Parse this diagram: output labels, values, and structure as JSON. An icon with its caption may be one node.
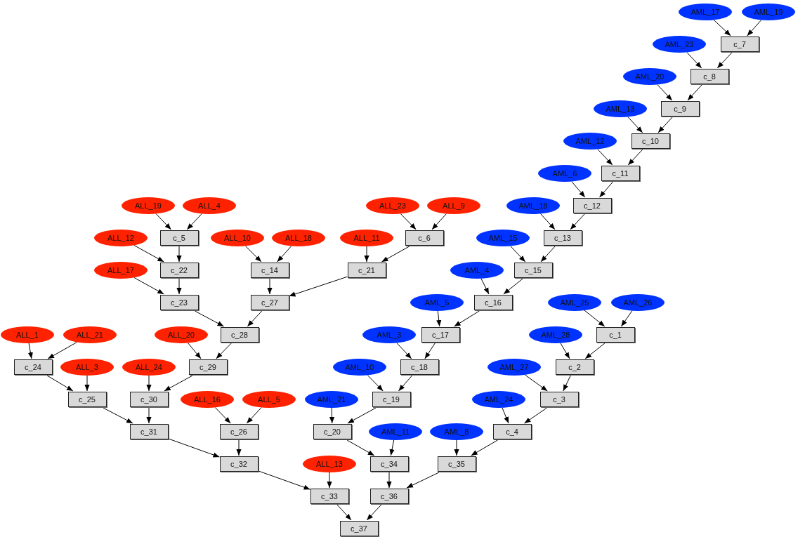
{
  "diagram": {
    "nodes": [
      {
        "text": [
          "AML_17"
        ]
      },
      {
        "text": [
          "AML_19"
        ]
      },
      {
        "text": [
          "AML_23"
        ]
      },
      {
        "text": [
          "c_7"
        ]
      },
      {
        "text": [
          "AML_20"
        ]
      },
      {
        "text": [
          "c_8"
        ]
      },
      {
        "text": [
          "AML_13"
        ]
      },
      {
        "text": [
          "c_9"
        ]
      },
      {
        "text": [
          "AML_12"
        ]
      },
      {
        "text": [
          "c_10"
        ]
      },
      {
        "text": [
          "AML_6"
        ]
      },
      {
        "text": [
          "c_11"
        ]
      },
      {
        "text": [
          "ALL_19"
        ]
      },
      {
        "text": [
          "ALL_4"
        ]
      },
      {
        "text": [
          "ALL_23"
        ]
      },
      {
        "text": [
          "ALL_9"
        ]
      },
      {
        "text": [
          "AML_18"
        ]
      },
      {
        "text": [
          "c_12"
        ]
      },
      {
        "text": [
          "ALL_12"
        ]
      },
      {
        "text": [
          "c_5"
        ]
      },
      {
        "text": [
          "ALL_10"
        ]
      },
      {
        "text": [
          "ALL_18"
        ]
      },
      {
        "text": [
          "ALL_11"
        ]
      },
      {
        "text": [
          "c_6"
        ]
      },
      {
        "text": [
          "AML_15"
        ]
      },
      {
        "text": [
          "c_13"
        ]
      },
      {
        "text": [
          "ALL_17"
        ]
      },
      {
        "text": [
          "c_22"
        ]
      },
      {
        "text": [
          "c_14"
        ]
      },
      {
        "text": [
          "c_21"
        ]
      },
      {
        "text": [
          "AML_4"
        ]
      },
      {
        "text": [
          "c_15"
        ]
      },
      {
        "text": [
          "c_23"
        ]
      },
      {
        "text": [
          "c_27"
        ]
      },
      {
        "text": [
          "AML_5"
        ]
      },
      {
        "text": [
          "c_16"
        ]
      },
      {
        "text": [
          "AML_25"
        ]
      },
      {
        "text": [
          "AML_26"
        ]
      },
      {
        "text": [
          "ALL_1"
        ]
      },
      {
        "text": [
          "ALL_21"
        ]
      },
      {
        "text": [
          "ALL_20"
        ]
      },
      {
        "text": [
          "c_28"
        ]
      },
      {
        "text": [
          "AML_3"
        ]
      },
      {
        "text": [
          "c_17"
        ]
      },
      {
        "text": [
          "AML_28"
        ]
      },
      {
        "text": [
          "c_1"
        ]
      },
      {
        "text": [
          "c_24"
        ]
      },
      {
        "text": [
          "ALL_3"
        ]
      },
      {
        "text": [
          "ALL_24"
        ]
      },
      {
        "text": [
          "c_29"
        ]
      },
      {
        "text": [
          "AML_10"
        ]
      },
      {
        "text": [
          "c_18"
        ]
      },
      {
        "text": [
          "AML_27"
        ]
      },
      {
        "text": [
          "c_2"
        ]
      },
      {
        "text": [
          "c_25"
        ]
      },
      {
        "text": [
          "c_30"
        ]
      },
      {
        "text": [
          "ALL_16"
        ]
      },
      {
        "text": [
          "ALL_5"
        ]
      },
      {
        "text": [
          "AML_21"
        ]
      },
      {
        "text": [
          "c_19"
        ]
      },
      {
        "text": [
          "AML_24"
        ]
      },
      {
        "text": [
          "c_3"
        ]
      },
      {
        "text": [
          "c_31"
        ]
      },
      {
        "text": [
          "c_26"
        ]
      },
      {
        "text": [
          "c_20"
        ]
      },
      {
        "text": [
          "AML_11"
        ]
      },
      {
        "text": [
          "AML_8"
        ]
      },
      {
        "text": [
          "c_4"
        ]
      },
      {
        "text": [
          "c_32"
        ]
      },
      {
        "text": [
          "ALL_13"
        ]
      },
      {
        "text": [
          "c_34"
        ]
      },
      {
        "text": [
          "c_35"
        ]
      },
      {
        "text": [
          "c_33"
        ]
      },
      {
        "text": [
          "c_36"
        ]
      },
      {
        "text": [
          "c_37"
        ]
      }
    ],
    "edges": [
      {
        "from": 0,
        "to": 3,
        "arrow": "to"
      },
      {
        "from": 1,
        "to": 3,
        "arrow": "to"
      },
      {
        "from": 2,
        "to": 5,
        "arrow": "to"
      },
      {
        "from": 3,
        "to": 5,
        "arrow": "to"
      },
      {
        "from": 4,
        "to": 7,
        "arrow": "to"
      },
      {
        "from": 5,
        "to": 7,
        "arrow": "to"
      },
      {
        "from": 6,
        "to": 9,
        "arrow": "to"
      },
      {
        "from": 7,
        "to": 9,
        "arrow": "to"
      },
      {
        "from": 8,
        "to": 11,
        "arrow": "to"
      },
      {
        "from": 9,
        "to": 11,
        "arrow": "to"
      },
      {
        "from": 10,
        "to": 17,
        "arrow": "to"
      },
      {
        "from": 11,
        "to": 17,
        "arrow": "to"
      },
      {
        "from": 16,
        "to": 25,
        "arrow": "to"
      },
      {
        "from": 17,
        "to": 25,
        "arrow": "to"
      },
      {
        "from": 24,
        "to": 31,
        "arrow": "to"
      },
      {
        "from": 25,
        "to": 31,
        "arrow": "to"
      },
      {
        "from": 30,
        "to": 35,
        "arrow": "to"
      },
      {
        "from": 31,
        "to": 35,
        "arrow": "to"
      },
      {
        "from": 34,
        "to": 43,
        "arrow": "to"
      },
      {
        "from": 35,
        "to": 43,
        "arrow": "to"
      },
      {
        "from": 42,
        "to": 51,
        "arrow": "to"
      },
      {
        "from": 43,
        "to": 51,
        "arrow": "to"
      },
      {
        "from": 50,
        "to": 59,
        "arrow": "to"
      },
      {
        "from": 51,
        "to": 59,
        "arrow": "to"
      },
      {
        "from": 58,
        "to": 64,
        "arrow": "to"
      },
      {
        "from": 59,
        "to": 64,
        "arrow": "to"
      },
      {
        "from": 64,
        "to": 70,
        "arrow": "to"
      },
      {
        "from": 65,
        "to": 70,
        "arrow": "to"
      },
      {
        "from": 70,
        "to": 73,
        "arrow": "to"
      },
      {
        "from": 36,
        "to": 45,
        "arrow": "to"
      },
      {
        "from": 37,
        "to": 45,
        "arrow": "to"
      },
      {
        "from": 44,
        "to": 53,
        "arrow": "to"
      },
      {
        "from": 45,
        "to": 53,
        "arrow": "to"
      },
      {
        "from": 52,
        "to": 61,
        "arrow": "to"
      },
      {
        "from": 53,
        "to": 61,
        "arrow": "to"
      },
      {
        "from": 60,
        "to": 67,
        "arrow": "to"
      },
      {
        "from": 61,
        "to": 67,
        "arrow": "to"
      },
      {
        "from": 66,
        "to": 71,
        "arrow": "to"
      },
      {
        "from": 67,
        "to": 71,
        "arrow": "to"
      },
      {
        "from": 71,
        "to": 73,
        "arrow": "to"
      },
      {
        "from": 73,
        "to": 74,
        "arrow": "to"
      },
      {
        "from": 72,
        "to": 74,
        "arrow": "to"
      },
      {
        "from": 69,
        "to": 72,
        "arrow": "to"
      },
      {
        "from": 68,
        "to": 72,
        "arrow": "to"
      },
      {
        "from": 62,
        "to": 68,
        "arrow": "to"
      },
      {
        "from": 63,
        "to": 68,
        "arrow": "to"
      },
      {
        "from": 56,
        "to": 63,
        "arrow": "to"
      },
      {
        "from": 57,
        "to": 63,
        "arrow": "to"
      },
      {
        "from": 54,
        "to": 62,
        "arrow": "to"
      },
      {
        "from": 55,
        "to": 62,
        "arrow": "to"
      },
      {
        "from": 38,
        "to": 46,
        "arrow": "to"
      },
      {
        "from": 39,
        "to": 46,
        "arrow": "to"
      },
      {
        "from": 46,
        "to": 54,
        "arrow": "to"
      },
      {
        "from": 47,
        "to": 54,
        "arrow": "to"
      },
      {
        "from": 48,
        "to": 55,
        "arrow": "to"
      },
      {
        "from": 49,
        "to": 55,
        "arrow": "to"
      },
      {
        "from": 40,
        "to": 49,
        "arrow": "to"
      },
      {
        "from": 41,
        "to": 49,
        "arrow": "to"
      },
      {
        "from": 32,
        "to": 41,
        "arrow": "to"
      },
      {
        "from": 33,
        "to": 41,
        "arrow": "to"
      },
      {
        "from": 12,
        "to": 19,
        "arrow": "to"
      },
      {
        "from": 13,
        "to": 19,
        "arrow": "to"
      },
      {
        "from": 19,
        "to": 27,
        "arrow": "to"
      },
      {
        "from": 18,
        "to": 27,
        "arrow": "to"
      },
      {
        "from": 27,
        "to": 32,
        "arrow": "to"
      },
      {
        "from": 26,
        "to": 32,
        "arrow": "to"
      },
      {
        "from": 20,
        "to": 28,
        "arrow": "to"
      },
      {
        "from": 21,
        "to": 28,
        "arrow": "to"
      },
      {
        "from": 28,
        "to": 33,
        "arrow": "to"
      },
      {
        "from": 29,
        "to": 33,
        "arrow": "to"
      },
      {
        "from": 22,
        "to": 29,
        "arrow": "to"
      },
      {
        "from": 23,
        "to": 29,
        "arrow": "to"
      },
      {
        "from": 14,
        "to": 23,
        "arrow": "to"
      },
      {
        "from": 15,
        "to": 23,
        "arrow": "to"
      }
    ]
  }
}
